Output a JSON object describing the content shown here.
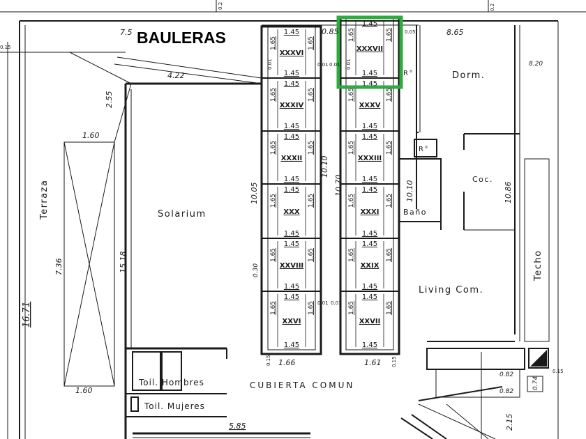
{
  "title": "BAULERAS",
  "highlight_color": "#2eaa3f",
  "rooms": {
    "solarium": "Solarium",
    "terraza": "Terraza",
    "dorm": "Dorm.",
    "coc": "Coc.",
    "bano": "Baño",
    "living": "Living Com.",
    "techo": "Techo",
    "toil_hombres": "Toil. Hombres",
    "toil_mujeres": "Toil. Mujeres",
    "cubierta": "CUBIERTA COMUN",
    "r1": "R°",
    "r2": "R°"
  },
  "dims": {
    "d7_5": "7.5",
    "d4_22": "4.22",
    "d2_55": "2.55",
    "d1_60_top": "1.60",
    "d1_60_bot": "1.60",
    "d7_36": "7.36",
    "d16_71": "16.71",
    "d15_18": "15.18",
    "d10_05": "10.05",
    "d10_10": "10.10",
    "d10_70": "10.70",
    "d10_10b": "10.10",
    "d10_86": "10.86",
    "d8_65": "8.65",
    "d0_85": "0.85",
    "d8_20": "8.20",
    "d1_66": "1.66",
    "d1_61": "1.61",
    "d5_85": "5.85",
    "d0_30": "0.30",
    "d0_82a": "0.82",
    "d0_82b": "0.82",
    "d0_74": "0.74",
    "d2_15": "2.15",
    "d0_15r": "0.15",
    "d0_15l": "0.15",
    "d0_15c": "0.15",
    "d0_15t": "0.15",
    "d0_2a": "0.2",
    "d0_2b": "0.2",
    "d0_05": "0.05",
    "d0_01a": "0.01",
    "d0_01b": "0.01",
    "d0_01c": "0.01",
    "d0_01d": "0.01",
    "d0_01e": "0.01",
    "d0_01f": "0.01"
  },
  "storage_units": {
    "top_label": "1.45",
    "bottom_label": "1.45",
    "side_label": "1.65",
    "left_column": [
      "XXXVI",
      "XXXIV",
      "XXXII",
      "XXX",
      "XXVIII",
      "XXVI"
    ],
    "right_column": [
      "XXXVII",
      "XXXV",
      "XXXIII",
      "XXXI",
      "XXIX",
      "XXVII"
    ]
  }
}
